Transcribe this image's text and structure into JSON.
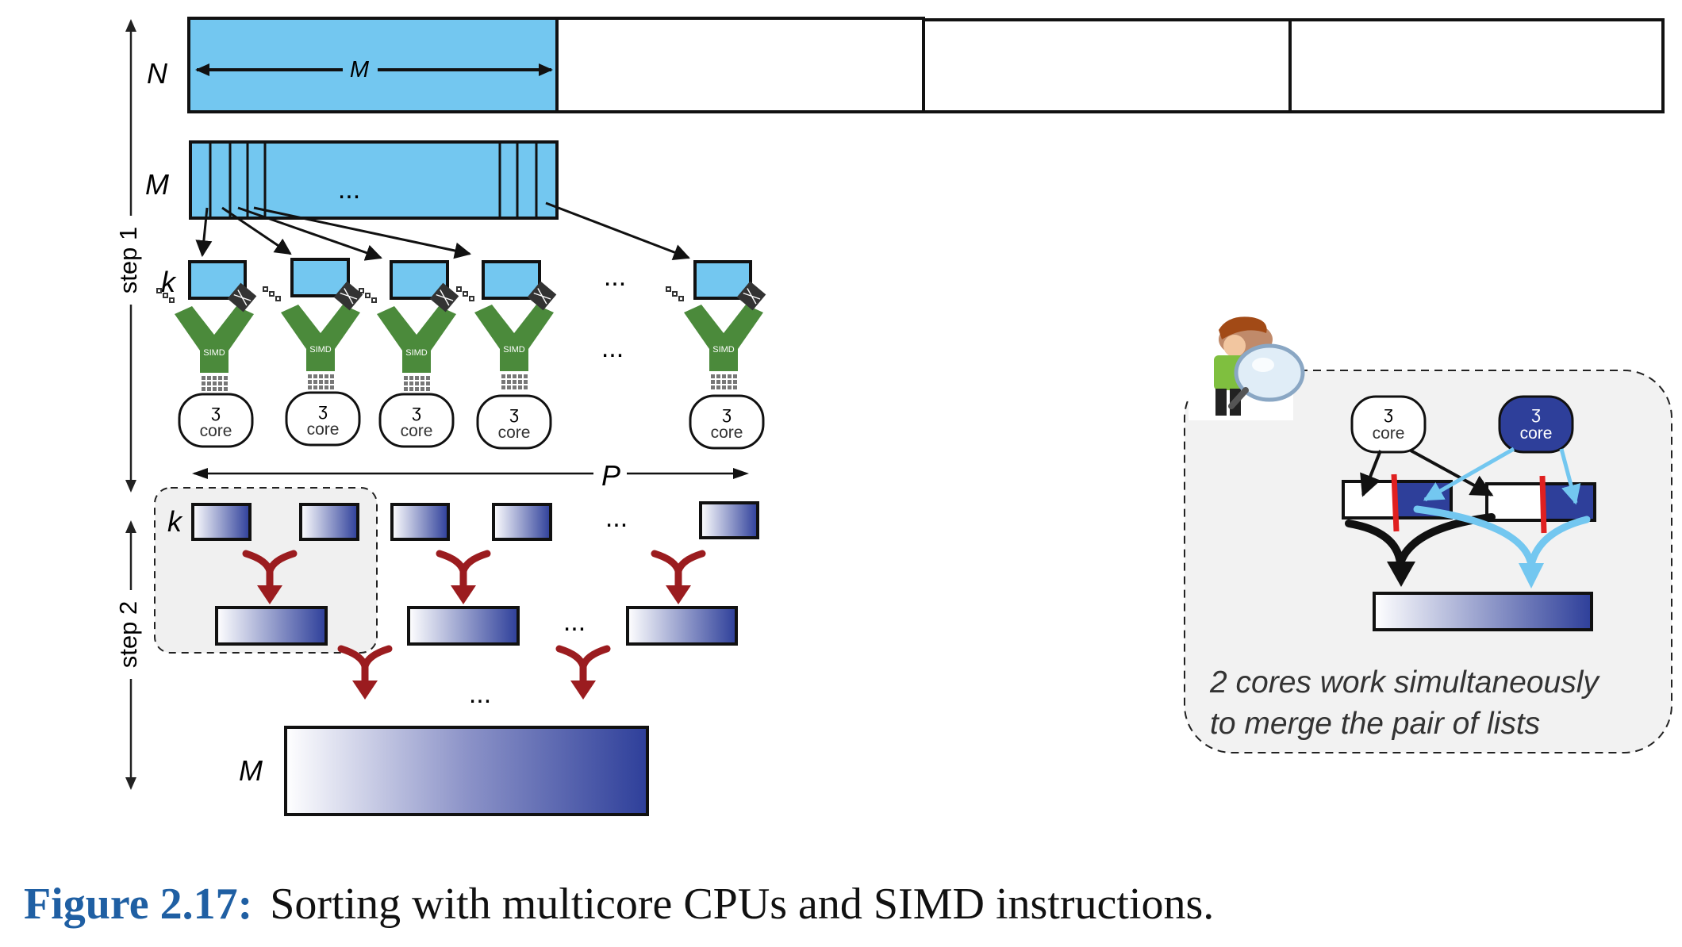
{
  "labels": {
    "n": "N",
    "m_top": "M",
    "m_row": "M",
    "k_step1": "k",
    "k_step2": "k",
    "p": "P",
    "m_result": "M",
    "step1": "step 1",
    "step2": "step 2",
    "ellipsis": "...",
    "core": "core",
    "simd": "SIMD",
    "core_glyph": "ʒ"
  },
  "inset": {
    "core_left": "core",
    "core_right": "core",
    "caption_line1": "2 cores work simultaneously",
    "caption_line2": "to merge the pair of lists"
  },
  "caption": {
    "figure_label": "Figure 2.17:",
    "text": "Sorting with multicore CPUs and SIMD instructions."
  },
  "colors": {
    "light_blue": "#73c7f0",
    "dark_blue": "#2e3f9a",
    "simd_green": "#4b8a3b",
    "merge_red": "#9b1c1f",
    "caption_blue": "#1f5fa3",
    "inset_arrow_blue": "#73c7f0",
    "split_red": "#e02020"
  },
  "icons": {
    "simd_unit": "simd-y-icon",
    "core": "core-thread-icon",
    "person": "magnifier-person-icon"
  }
}
